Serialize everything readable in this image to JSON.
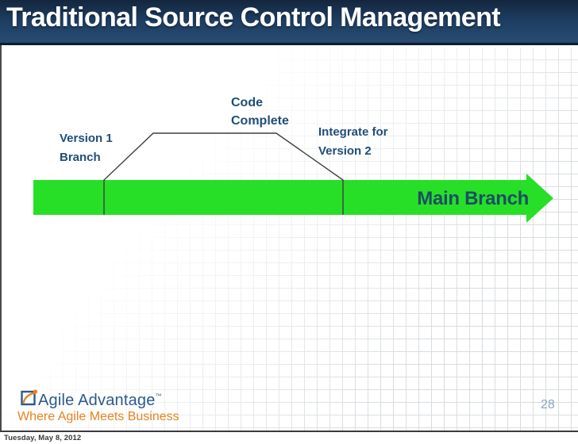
{
  "title_bar": {
    "title": "Traditional Source Control Management"
  },
  "diagram": {
    "version1_label": {
      "line1": "Version 1",
      "line2": "Branch"
    },
    "code_complete_label": {
      "line1": "Code",
      "line2": "Complete"
    },
    "integrate_label": {
      "line1": "Integrate for",
      "line2": "Version 2"
    },
    "main_branch_label": "Main Branch"
  },
  "footer": {
    "logo_name": "Agile Advantage",
    "logo_trademark": "™",
    "logo_tagline": "Where Agile Meets Business",
    "page_number": "28",
    "date": "Tuesday, May 8, 2012"
  },
  "colors": {
    "branch_green": "#28DF28",
    "label_blue": "#1F4E79",
    "main_branch_text": "#1B4F63",
    "line_dark": "#3F3F3F",
    "brand_blue": "#2B5A8C",
    "brand_orange": "#E8821E",
    "page_number_blue": "#8CA6C0",
    "title_bar_top": "#14263D",
    "title_bar_bottom": "#264A70"
  }
}
